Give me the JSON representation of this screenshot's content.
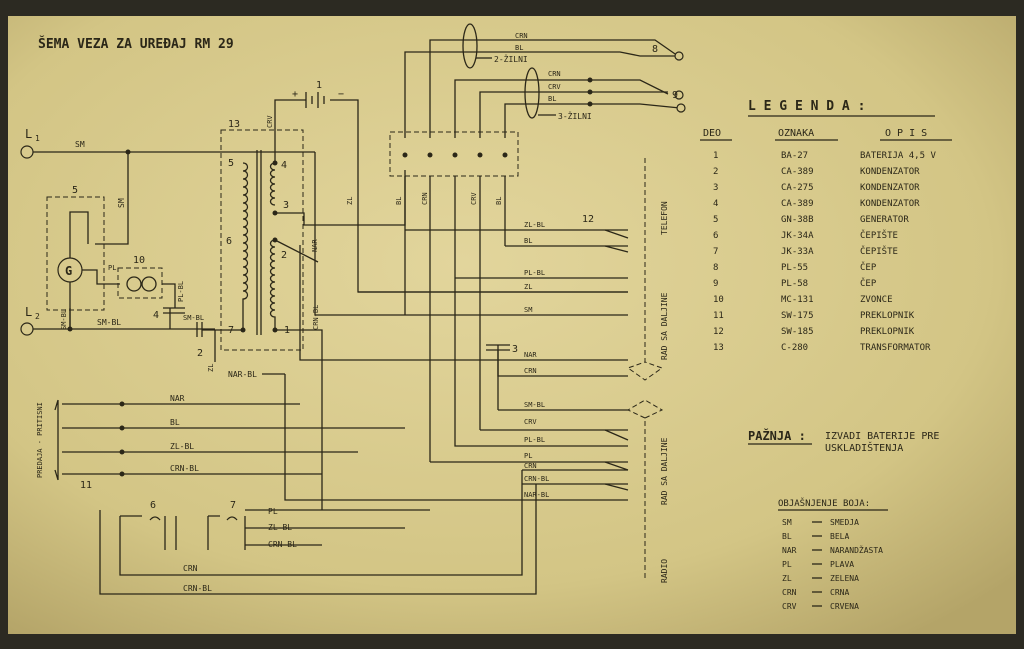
{
  "title": "ŠEMA VEZA ZA UREĐAJ  RM 29",
  "terminals": {
    "l1": "L",
    "l1_sub": "1",
    "l2": "L",
    "l2_sub": "2"
  },
  "numbers": [
    "1",
    "2",
    "3",
    "4",
    "5",
    "6",
    "7",
    "8",
    "9",
    "10",
    "11",
    "12",
    "13"
  ],
  "coil_pins": [
    "5",
    "4",
    "3",
    "6",
    "2",
    "7",
    "1"
  ],
  "components": {
    "generator": "G"
  },
  "cable_labels": {
    "two_core": "2-ŽILNI",
    "three_core": "3-ŽILNI"
  },
  "wire_labels": {
    "sm_top": "SM",
    "sm_vert": "SM",
    "pl_gen": "PL",
    "pl_bl_bell": "PL-BL",
    "sm_bl_gen": "SM-BL",
    "sm_bl_l2": "SM-BL",
    "sm_bl_cap": "SM-BL",
    "zl_cap": "ZL",
    "nar_bl": "NAR-BL",
    "crv_top": "CRV",
    "zl_mid": "ZL",
    "nar_coil": "NAR",
    "crn_bl_coil": "CRN-BL",
    "c8_crn": "CRN",
    "c8_bl": "BL",
    "c9_crn": "CRN",
    "c9_crv": "CRV",
    "c9_bl": "BL",
    "box_bl": "BL",
    "box_crn": "CRN",
    "box_crv": "CRV",
    "box_bl2": "BL",
    "tel_zlbl": "ZL-BL",
    "tel_bl": "BL",
    "rad1_plbl": "PL-BL",
    "rad1_zl": "ZL",
    "rad1_sm": "SM",
    "rad1_nar": "NAR",
    "rad1_crn": "CRN",
    "rad2_smbl": "SM-BL",
    "rad2_crv": "CRV",
    "rad2_plbl": "PL-BL",
    "rad2_pl": "PL",
    "rad2_crn": "CRN",
    "rad2_crnbl": "CRN-BL",
    "rad2_narbl": "NAR-BL",
    "s11_nar": "NAR",
    "s11_bl": "BL",
    "s11_zlbl": "ZL-BL",
    "s11_crnbl": "CRN-BL",
    "j7_pl": "PL",
    "j7_zlbl": "ZL-BL",
    "j7_crnbl": "CRN-BL",
    "bot_crn": "CRN",
    "bot_crnbl": "CRN-BL"
  },
  "side_labels": {
    "predaja": "PREDAJA - PRITISNI",
    "telefon": "TELEFON",
    "rad1": "RAD SA DALJINE",
    "rad2": "RAD SA DALJINE",
    "radio": "RADIO"
  },
  "legend": {
    "title": "L E G E N D A :",
    "columns": {
      "deo": "DEO",
      "oznaka": "OZNAKA",
      "opis": "O P I S"
    },
    "rows": [
      {
        "deo": "1",
        "oznaka": "BA-27",
        "opis": "BATERIJA 4,5 V"
      },
      {
        "deo": "2",
        "oznaka": "CA-389",
        "opis": "KONDENZATOR"
      },
      {
        "deo": "3",
        "oznaka": "CA-275",
        "opis": "KONDENZATOR"
      },
      {
        "deo": "4",
        "oznaka": "CA-389",
        "opis": "KONDENZATOR"
      },
      {
        "deo": "5",
        "oznaka": "GN-38B",
        "opis": "GENERATOR"
      },
      {
        "deo": "6",
        "oznaka": "JK-34A",
        "opis": "ČEPIŠTE"
      },
      {
        "deo": "7",
        "oznaka": "JK-33A",
        "opis": "ČEPIŠTE"
      },
      {
        "deo": "8",
        "oznaka": "PL-55",
        "opis": "ČEP"
      },
      {
        "deo": "9",
        "oznaka": "PL-58",
        "opis": "ČEP"
      },
      {
        "deo": "10",
        "oznaka": "MC-131",
        "opis": "ZVONCE"
      },
      {
        "deo": "11",
        "oznaka": "SW-175",
        "opis": "PREKLOPNIK"
      },
      {
        "deo": "12",
        "oznaka": "SW-185",
        "opis": "PREKLOPNIK"
      },
      {
        "deo": "13",
        "oznaka": "C-280",
        "opis": "TRANSFORMATOR"
      }
    ]
  },
  "warning": {
    "label": "PAŽNJA :",
    "line1": "IZVADI BATERIJE PRE",
    "line2": "USKLADIŠTENJA"
  },
  "colors_key": {
    "title": "OBJAŠNJENJE BOJA:",
    "rows": [
      {
        "code": "SM",
        "name": "SMEDJA"
      },
      {
        "code": "BL",
        "name": "BELA"
      },
      {
        "code": "NAR",
        "name": "NARANDŽASTA"
      },
      {
        "code": "PL",
        "name": "PLAVA"
      },
      {
        "code": "ZL",
        "name": "ZELENA"
      },
      {
        "code": "CRN",
        "name": "CRNA"
      },
      {
        "code": "CRV",
        "name": "CRVENA"
      }
    ]
  },
  "palette": {
    "paper": "#d8ca8d",
    "ink": "#2b2718",
    "frame": "#2c2a22"
  }
}
